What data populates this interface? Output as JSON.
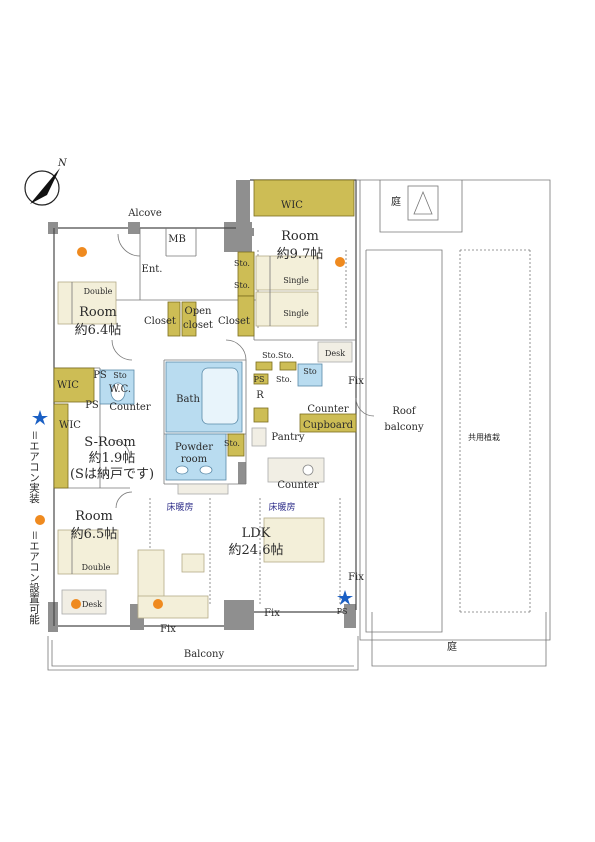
{
  "compass": {
    "north_label": "N"
  },
  "rooms": {
    "wic_top": "WIC",
    "mb": "MB",
    "alcove": "Alcove",
    "ent": "Ent.",
    "room_97_name": "Room",
    "room_97_size": "約9.7帖",
    "sto_1": "Sto.",
    "sto_2": "Sto.",
    "single_1": "Single",
    "single_2": "Single",
    "room_64_name": "Room",
    "room_64_size": "約6.4帖",
    "double_1": "Double",
    "closet_1": "Closet",
    "open_closet_1": "Open",
    "open_closet_2": "closet",
    "closet_2": "Closet",
    "sto_sto": "Sto.Sto.",
    "desk_1": "Desk",
    "wic_2": "WIC",
    "ps_1": "PS",
    "sto_3": "Sto",
    "wc": "W.C.",
    "ps_2": "PS",
    "counter_1": "Counter",
    "bath": "Bath",
    "ps_3": "PS",
    "sto_4": "Sto.",
    "sto_5": "Sto",
    "fix_1": "Fix",
    "r": "R",
    "counter_2": "Counter",
    "cupboard": "Cupboard",
    "pantry": "Pantry",
    "wic_3": "WIC",
    "sroom_name": "S-Room",
    "sroom_size": "約1.9帖",
    "sroom_note": "(Sは納戸です)",
    "powder_1": "Powder",
    "powder_2": "room",
    "sto_6": "Sto.",
    "counter_3": "Counter",
    "heating_1": "床暖房",
    "heating_2": "床暖房",
    "room_65_name": "Room",
    "room_65_size": "約6.5帖",
    "double_2": "Double",
    "ldk_name": "LDK",
    "ldk_size": "約24.6帖",
    "fix_2": "Fix",
    "desk_2": "Desk",
    "ps_4": "PS",
    "fix_3": "Fix",
    "fix_4": "Fix",
    "balcony": "Balcony",
    "roof_balcony_1": "Roof",
    "roof_balcony_2": "balcony",
    "garden_top": "庭",
    "garden_bottom": "庭",
    "shared_planting": "共用植栽"
  },
  "legend": {
    "ac_installed": "＝エアコン実装",
    "ac_possible": "＝エアコン設置可能"
  },
  "colors": {
    "storage": "#cdbd55",
    "wet_area": "#b9dcf0",
    "walls": "#8f8f8f",
    "ac_installed_star": "#1a5fc4",
    "ac_possible_dot": "#ef8a1f",
    "heating_text": "#2f2f8a"
  }
}
